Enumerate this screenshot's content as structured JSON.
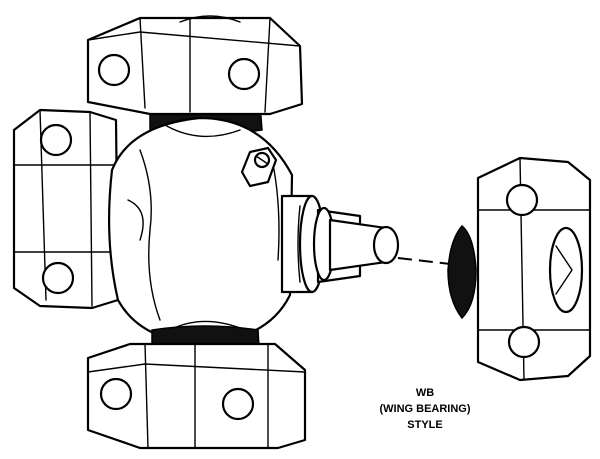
{
  "caption": {
    "line1": "WB",
    "line2": "(WING BEARING)",
    "line3": "STYLE"
  }
}
